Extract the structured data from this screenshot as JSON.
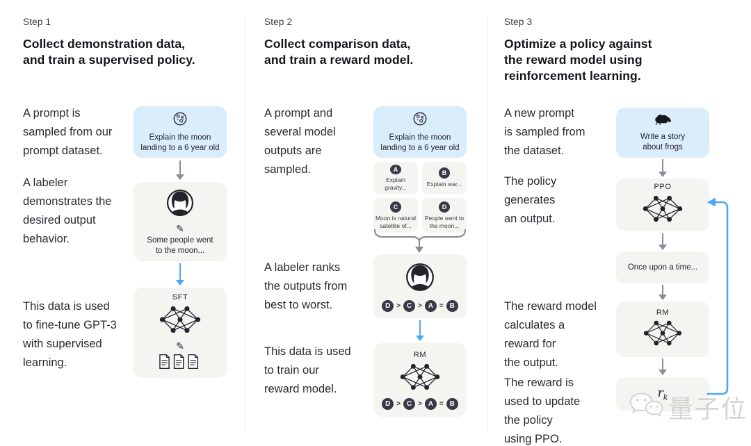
{
  "step1": {
    "label": "Step 1",
    "title": "Collect demonstration data,\nand train a supervised policy.",
    "captions": [
      "A prompt is\nsampled from our\nprompt dataset.",
      "A labeler\ndemonstrates the\ndesired output\nbehavior.",
      "This data is used\nto fine-tune GPT-3\nwith supervised\nlearning."
    ],
    "prompt_text": "Explain the moon\nlanding to a 6 year old",
    "demonstration_text": "Some people went\nto the moon...",
    "model_label": "SFT"
  },
  "step2": {
    "label": "Step 2",
    "title": "Collect comparison data,\nand train a reward model.",
    "captions": [
      "A prompt and\nseveral model\noutputs are\nsampled.",
      "A labeler ranks\nthe outputs from\nbest to worst.",
      "This data is used\nto train our\nreward model."
    ],
    "prompt_text": "Explain the moon\nlanding to a 6 year old",
    "outputs": [
      {
        "letter": "A",
        "text": "Explain gravity..."
      },
      {
        "letter": "B",
        "text": "Explain war..."
      },
      {
        "letter": "C",
        "text": "Moon is natural\nsatellite of..."
      },
      {
        "letter": "D",
        "text": "People went to\nthe moon..."
      }
    ],
    "ranking": [
      "D",
      ">",
      "C",
      ">",
      "A",
      "=",
      "B"
    ],
    "model_label": "RM"
  },
  "step3": {
    "label": "Step 3",
    "title": "Optimize a policy against\nthe reward model using\nreinforcement learning.",
    "captions": [
      "A new prompt\nis sampled from\nthe dataset.",
      "The policy\ngenerates\nan output.",
      "The reward model\ncalculates a\nreward for\nthe output.",
      "The reward is\nused to update\nthe policy\nusing PPO."
    ],
    "prompt_text": "Write a story\nabout frogs",
    "policy_label": "PPO",
    "output_text": "Once upon a time...",
    "reward_model_label": "RM",
    "reward_symbol": {
      "base": "r",
      "sub": "k"
    }
  },
  "icons": {
    "pencil": "✎"
  },
  "colors": {
    "prompt_box": "#d9edfa",
    "gray_box": "#f4f4f1",
    "arrow_gray": "#8b8b9d",
    "arrow_blue": "#4aa7f7",
    "chip_dark": "#3a3a46"
  },
  "watermark": {
    "text": "量子位"
  }
}
